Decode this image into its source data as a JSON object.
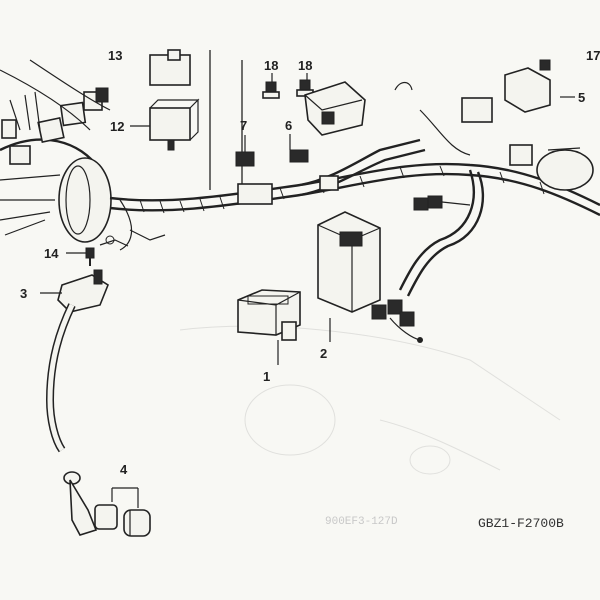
{
  "diagram": {
    "figure_code": "GBZ1-F2700B",
    "ghost_code": "900EF3-127D",
    "callouts": [
      {
        "id": "1",
        "label": "1"
      },
      {
        "id": "2",
        "label": "2"
      },
      {
        "id": "3",
        "label": "3"
      },
      {
        "id": "4",
        "label": "4"
      },
      {
        "id": "5",
        "label": "5"
      },
      {
        "id": "6",
        "label": "6"
      },
      {
        "id": "7",
        "label": "7"
      },
      {
        "id": "12",
        "label": "12"
      },
      {
        "id": "13",
        "label": "13"
      },
      {
        "id": "14",
        "label": "14"
      },
      {
        "id": "17",
        "label": "17"
      },
      {
        "id": "18a",
        "label": "18"
      },
      {
        "id": "18b",
        "label": "18"
      }
    ]
  }
}
